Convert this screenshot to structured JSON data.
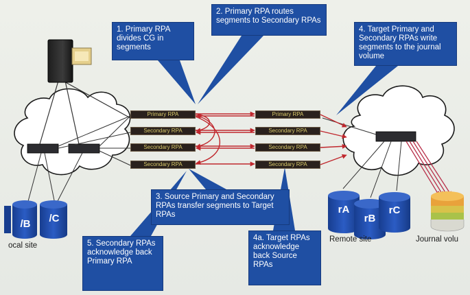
{
  "callouts": {
    "c1": "1. Primary RPA divides CG in segments",
    "c2": "2. Primary RPA routes segments to Secondary RPAs",
    "c3": "3. Source Primary and Secondary RPAs transfer segments to Target RPAs",
    "c4": "4. Target Primary and Secondary RPAs write segments to the journal volume",
    "c4a": "4a. Target RPAs acknowledge back Source RPAs",
    "c5": "5. Secondary RPAs acknowledge back Primary RPA"
  },
  "source_rpas": [
    "Primary RPA",
    "Secondary RPA",
    "Secondary RPA",
    "Secondary RPA"
  ],
  "target_rpas": [
    "Primary RPA",
    "Secondary RPA",
    "Secondary RPA",
    "Secondary RPA"
  ],
  "local_disks": [
    "/B",
    "/C"
  ],
  "remote_disks": [
    "rA",
    "rB",
    "rC"
  ],
  "labels": {
    "local_site": "ocal site",
    "remote_site": "Remote site",
    "journal_volume": "Journal volu"
  },
  "colors": {
    "callout": "#1f4fa3",
    "arrow": "#c0272d",
    "disk": "#1e4aa8",
    "cloud_outline": "#1a1a1a"
  }
}
